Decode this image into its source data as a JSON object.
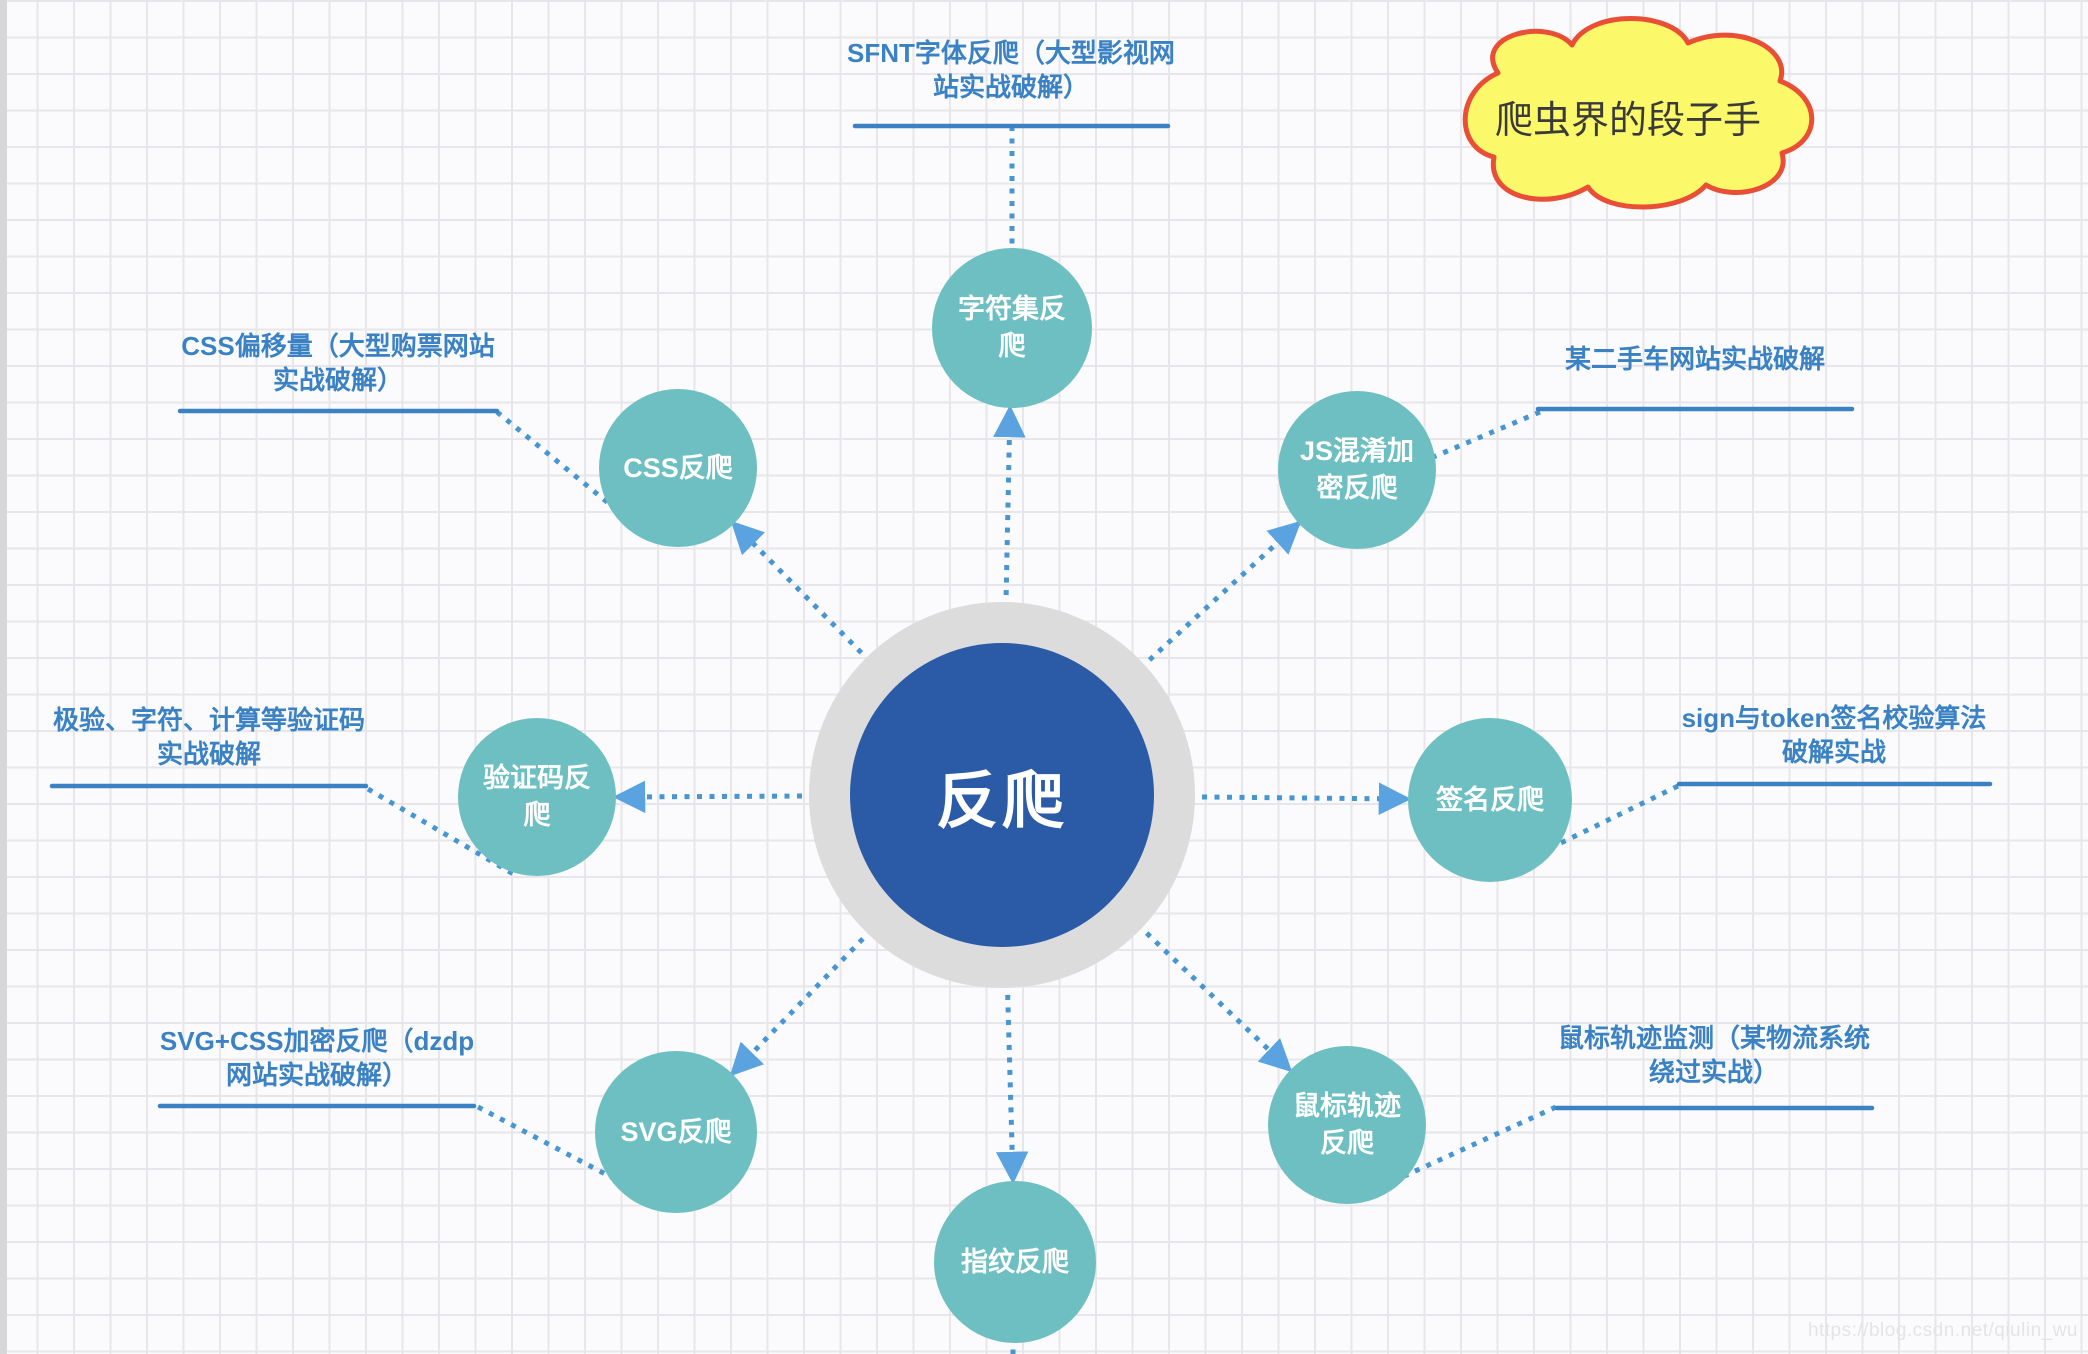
{
  "cloud": {
    "label": "爬虫界的段子手"
  },
  "center": {
    "label": "反爬"
  },
  "nodes": [
    {
      "id": "charset",
      "label": "字符集反\n爬"
    },
    {
      "id": "css",
      "label": "CSS反爬"
    },
    {
      "id": "js",
      "label": "JS混淆加\n密反爬"
    },
    {
      "id": "captcha",
      "label": "验证码反\n爬"
    },
    {
      "id": "sign",
      "label": "签名反爬"
    },
    {
      "id": "svg",
      "label": "SVG反爬"
    },
    {
      "id": "mouse",
      "label": "鼠标轨迹\n反爬"
    },
    {
      "id": "fingerprint",
      "label": "指纹反爬"
    }
  ],
  "annotations": [
    {
      "id": "top",
      "text": "SFNT字体反爬（大型影视网\n站实战破解）"
    },
    {
      "id": "top-left",
      "text": "CSS偏移量（大型购票网站\n实战破解）"
    },
    {
      "id": "top-right",
      "text": "某二手车网站实战破解"
    },
    {
      "id": "left",
      "text": "极验、字符、计算等验证码\n实战破解"
    },
    {
      "id": "right",
      "text": "sign与token签名校验算法\n破解实战"
    },
    {
      "id": "bottom-left",
      "text": "SVG+CSS加密反爬（dzdp\n网站实战破解）"
    },
    {
      "id": "bottom-right",
      "text": "鼠标轨迹监测（某物流系统\n绕过实战）"
    }
  ],
  "watermark": "https://blog.csdn.net/qiulin_wu",
  "colors": {
    "node_fill": "#6EBFC1",
    "center_fill": "#2B5AA7",
    "center_ring": "#DCDCDD",
    "dotted_line": "#4796D2",
    "arrowhead": "#5AA3E0",
    "label_blue": "#3B82C4",
    "cloud_fill": "#FBF969",
    "cloud_stroke": "#E94F37"
  }
}
